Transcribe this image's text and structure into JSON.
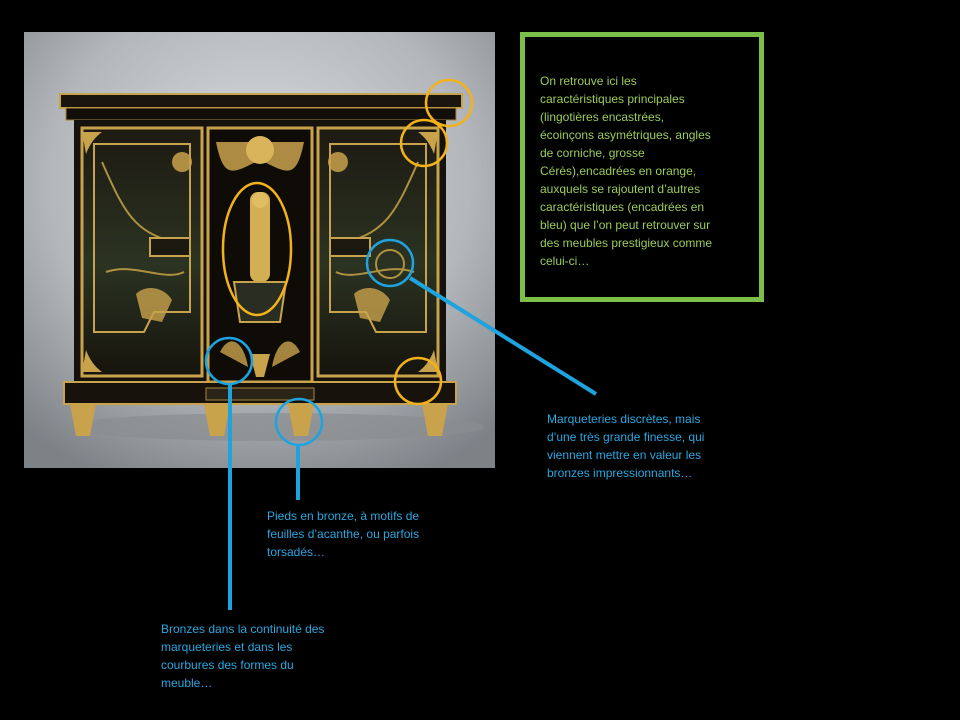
{
  "colors": {
    "background": "#000000",
    "green_frame": "#7bbf4a",
    "green_text": "#9bcb5c",
    "blue": "#1fa3df",
    "blue_text": "#2aa7e0",
    "orange": "#f2b21b",
    "cabinet_body": "#15110c",
    "brass": "#c9a24c",
    "photo_bg_light": "#d6d9dc",
    "photo_bg_dark": "#7d8287"
  },
  "photo": {
    "subject": "cabinet-photo"
  },
  "info_box": {
    "text": "On retrouve ici les\ncaractéristiques principales\n(lingotières encastrées,\nécoinçons asymétriques, angles\nde corniche, grosse\nCérès),encadrées en orange,\nauxquels se rajoutent d’autres\ncaractéristiques (encadrées en\nbleu) que l’on peut retrouver sur\ndes meubles prestigieux comme\ncelui-ci…"
  },
  "annotations": {
    "marqueterie": "Marqueteries discrètes, mais\nd’une très grande finesse, qui\nviennent mettre en valeur les\nbronzes impressionnants…",
    "pieds": "Pieds en bronze, à motifs de\nfeuilles d’acanthe, ou parfois\ntorsadés…",
    "bronzes": "Bronzes dans la continuité des\nmarqueteries et dans les\ncourbures des formes du\nmeuble…"
  }
}
